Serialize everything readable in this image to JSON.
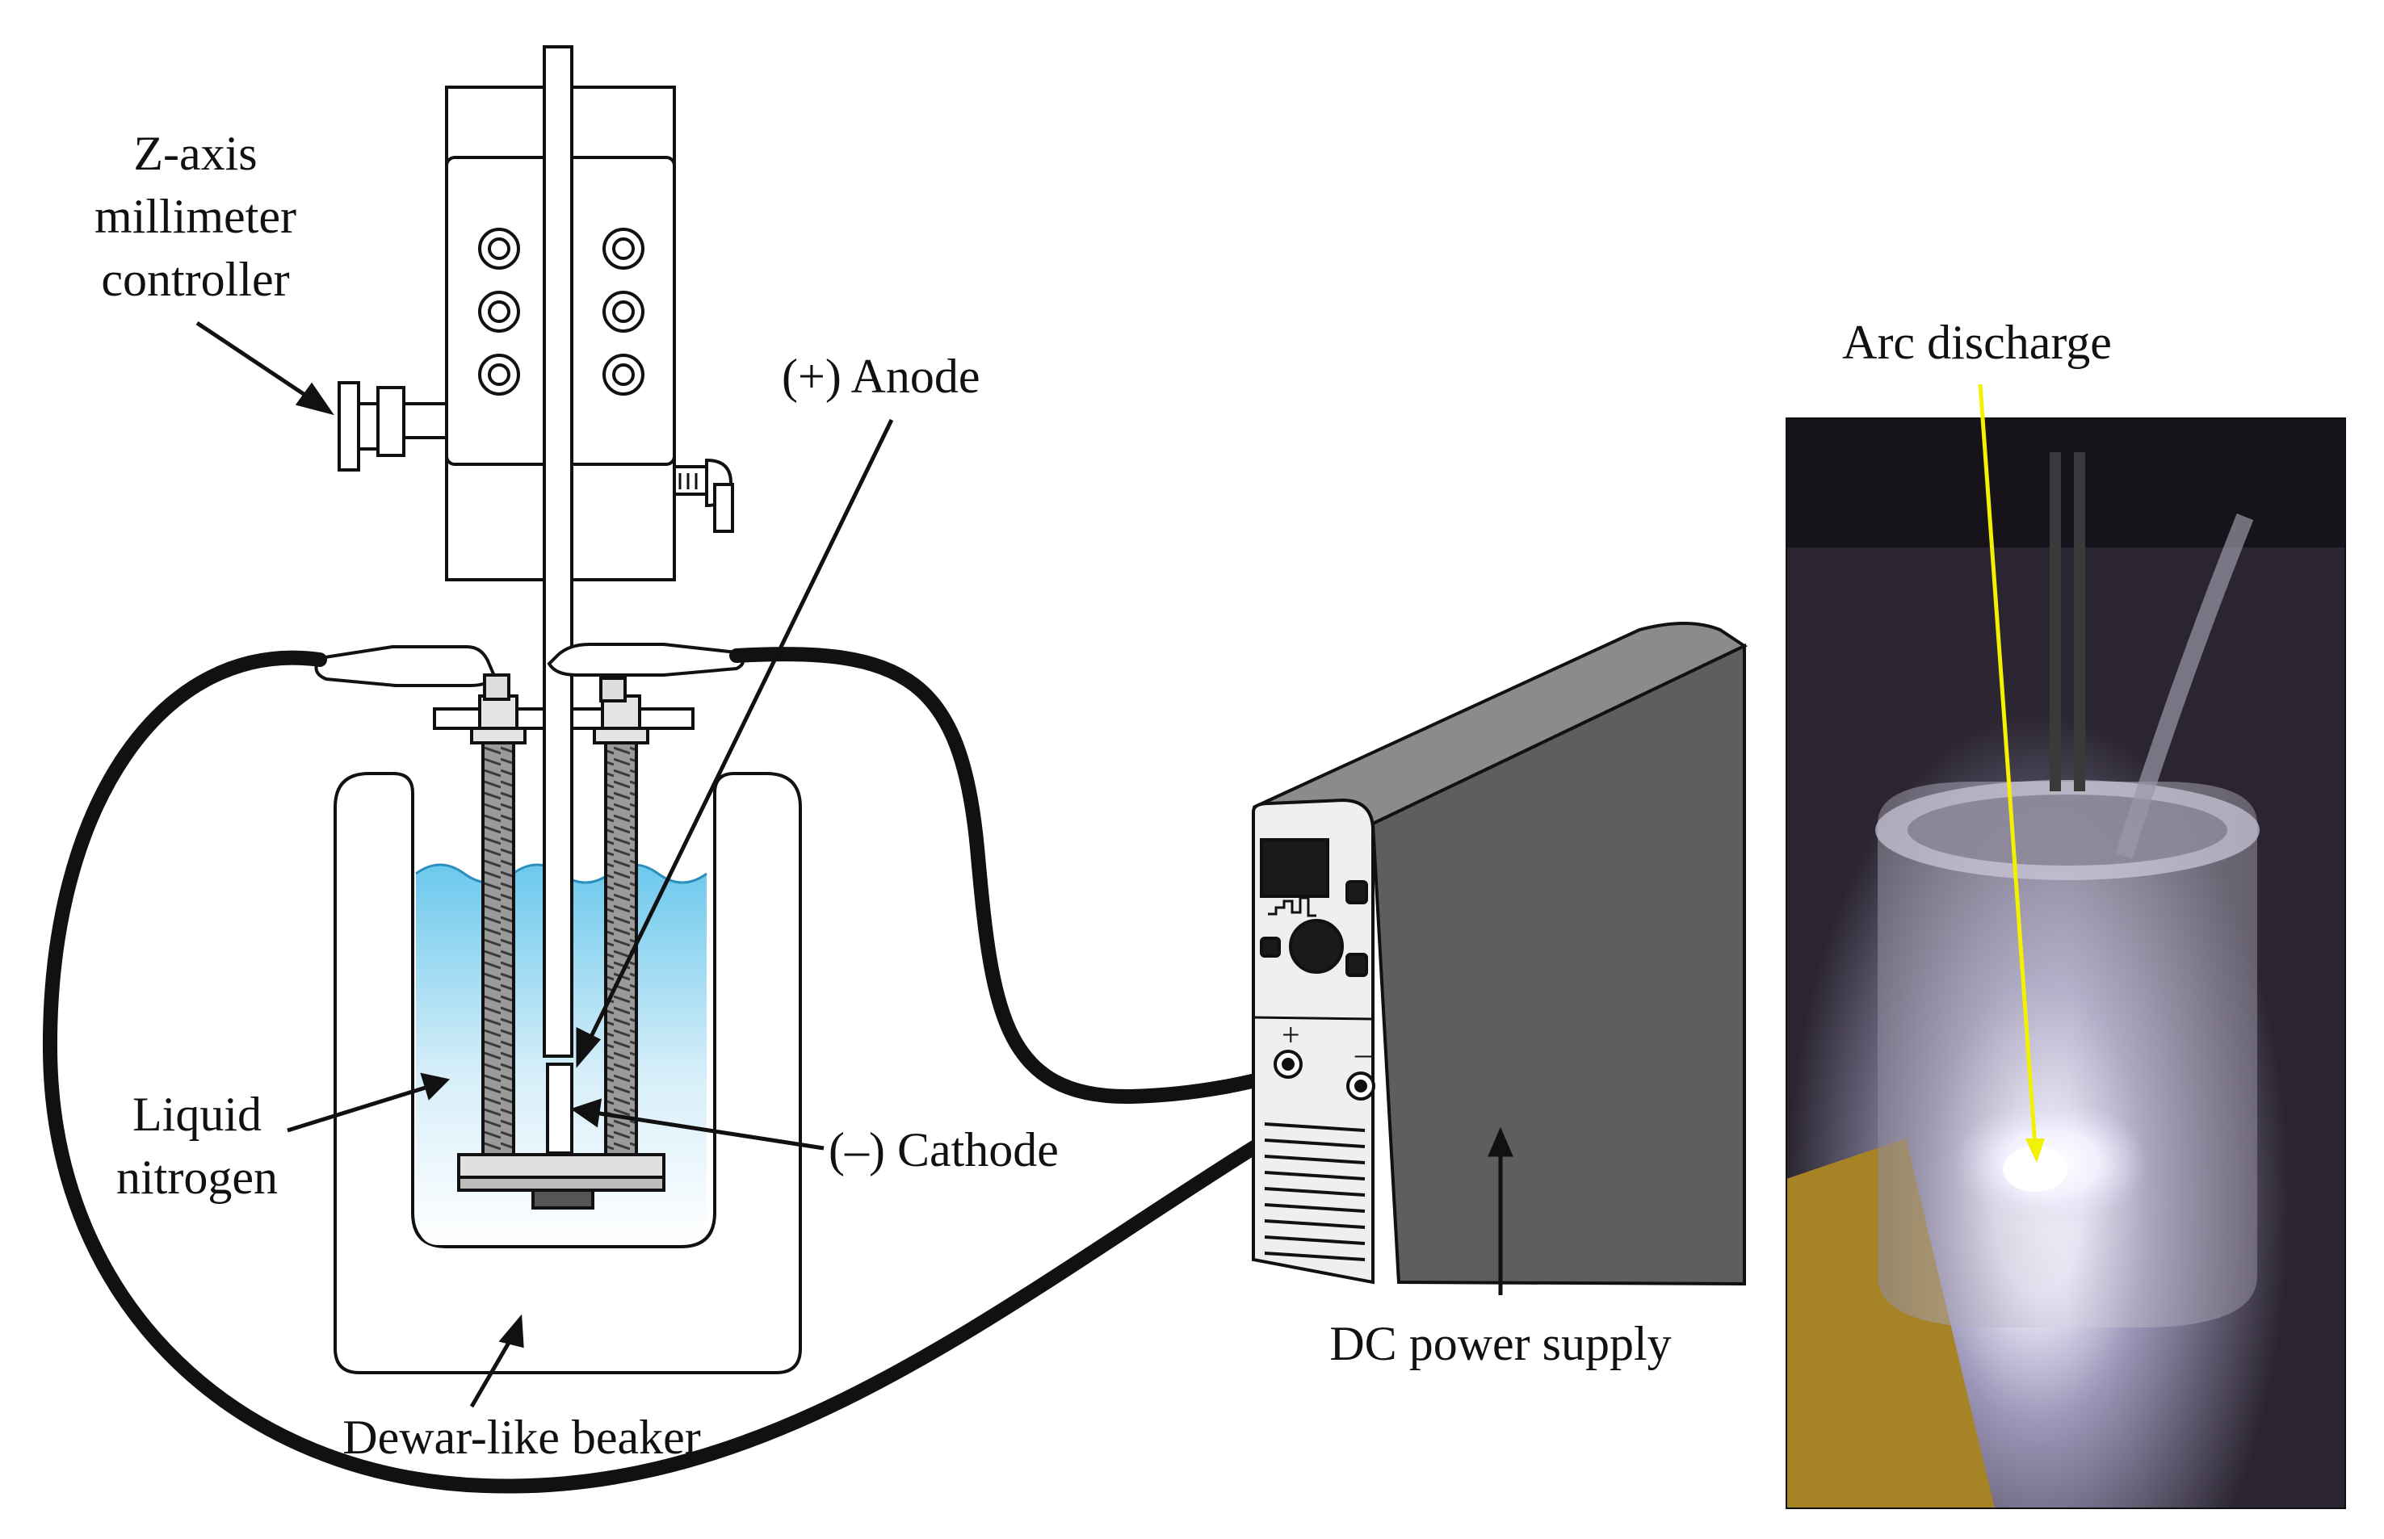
{
  "labels": {
    "z_axis_line1": "Z-axis",
    "z_axis_line2": "millimeter",
    "z_axis_line3": "controller",
    "anode": "(+) Anode",
    "cathode": "(–) Cathode",
    "liquid_line1": "Liquid",
    "liquid_line2": "nitrogen",
    "beaker": "Dewar-like beaker",
    "power": "DC power supply",
    "arc": "Arc discharge",
    "plus": "+",
    "minus": "–"
  },
  "colors": {
    "line": "#111111",
    "liquid_top": "#7fd0ee",
    "liquid_bottom": "#ffffff",
    "psu_front": "#efefef",
    "psu_side": "#5d5e60",
    "psu_top": "#8a8b8d",
    "arc_pointer": "#f2f200"
  }
}
